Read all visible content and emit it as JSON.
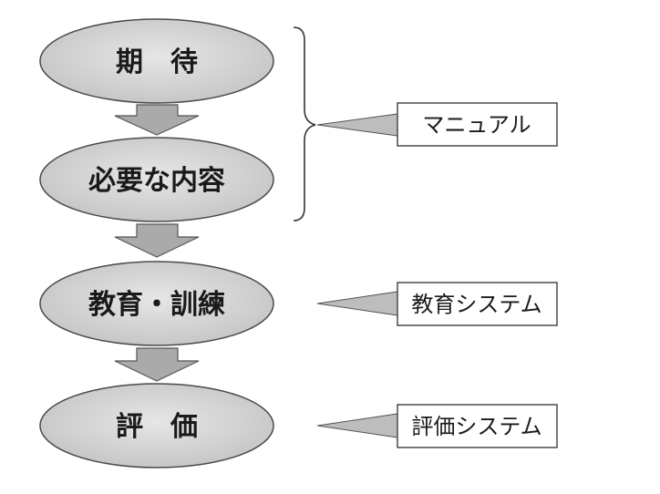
{
  "stages": [
    {
      "label": "期　待"
    },
    {
      "label": "必要な内容"
    },
    {
      "label": "教育・訓練"
    },
    {
      "label": "評　価"
    }
  ],
  "boxes": [
    {
      "label": "マニュアル"
    },
    {
      "label": "教育システム"
    },
    {
      "label": "評価システム"
    }
  ],
  "colors": {
    "ellipse_fill": "#d6d6d6",
    "arrow_fill": "#aaaaaa",
    "stroke": "#4a4a4a",
    "box_fill": "#ffffff",
    "pointer_fill": "#bdbdbd",
    "text": "#1a1a1a"
  }
}
